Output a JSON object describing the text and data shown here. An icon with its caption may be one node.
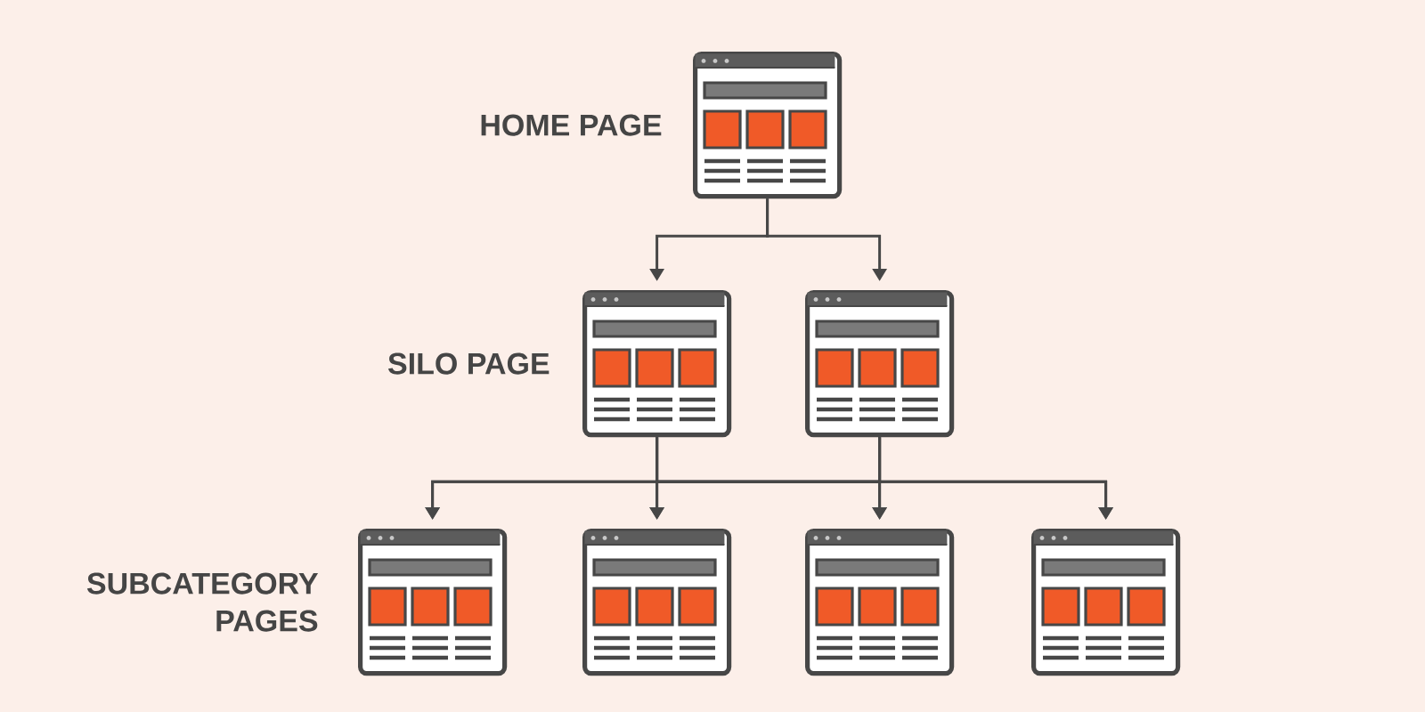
{
  "diagram": {
    "nodes": [
      {
        "text": [],
        "shape": "picture",
        "beside": [
          "HOME PAGE"
        ]
      },
      {
        "text": [],
        "shape": "picture",
        "beside": [
          "SILO PAGE"
        ]
      },
      {
        "text": [],
        "shape": "picture"
      },
      {
        "text": [],
        "shape": "picture",
        "beside": [
          "SUBCATEGORY PAGES"
        ]
      },
      {
        "text": [],
        "shape": "picture"
      },
      {
        "text": [],
        "shape": "picture"
      },
      {
        "text": [],
        "shape": "picture"
      }
    ],
    "edges": [
      {
        "from": 0,
        "to": 1,
        "arrow": "to"
      },
      {
        "from": 0,
        "to": 2,
        "arrow": "to"
      },
      {
        "from": 1,
        "to": 3,
        "arrow": "to"
      },
      {
        "from": 1,
        "to": 4,
        "arrow": "to"
      },
      {
        "from": 1,
        "to": 5,
        "arrow": "to"
      },
      {
        "from": 1,
        "to": 6,
        "arrow": "to"
      },
      {
        "from": 2,
        "to": 3,
        "arrow": "to"
      },
      {
        "from": 2,
        "to": 4,
        "arrow": "to"
      },
      {
        "from": 2,
        "to": 5,
        "arrow": "to"
      },
      {
        "from": 2,
        "to": 6,
        "arrow": "to"
      }
    ]
  }
}
